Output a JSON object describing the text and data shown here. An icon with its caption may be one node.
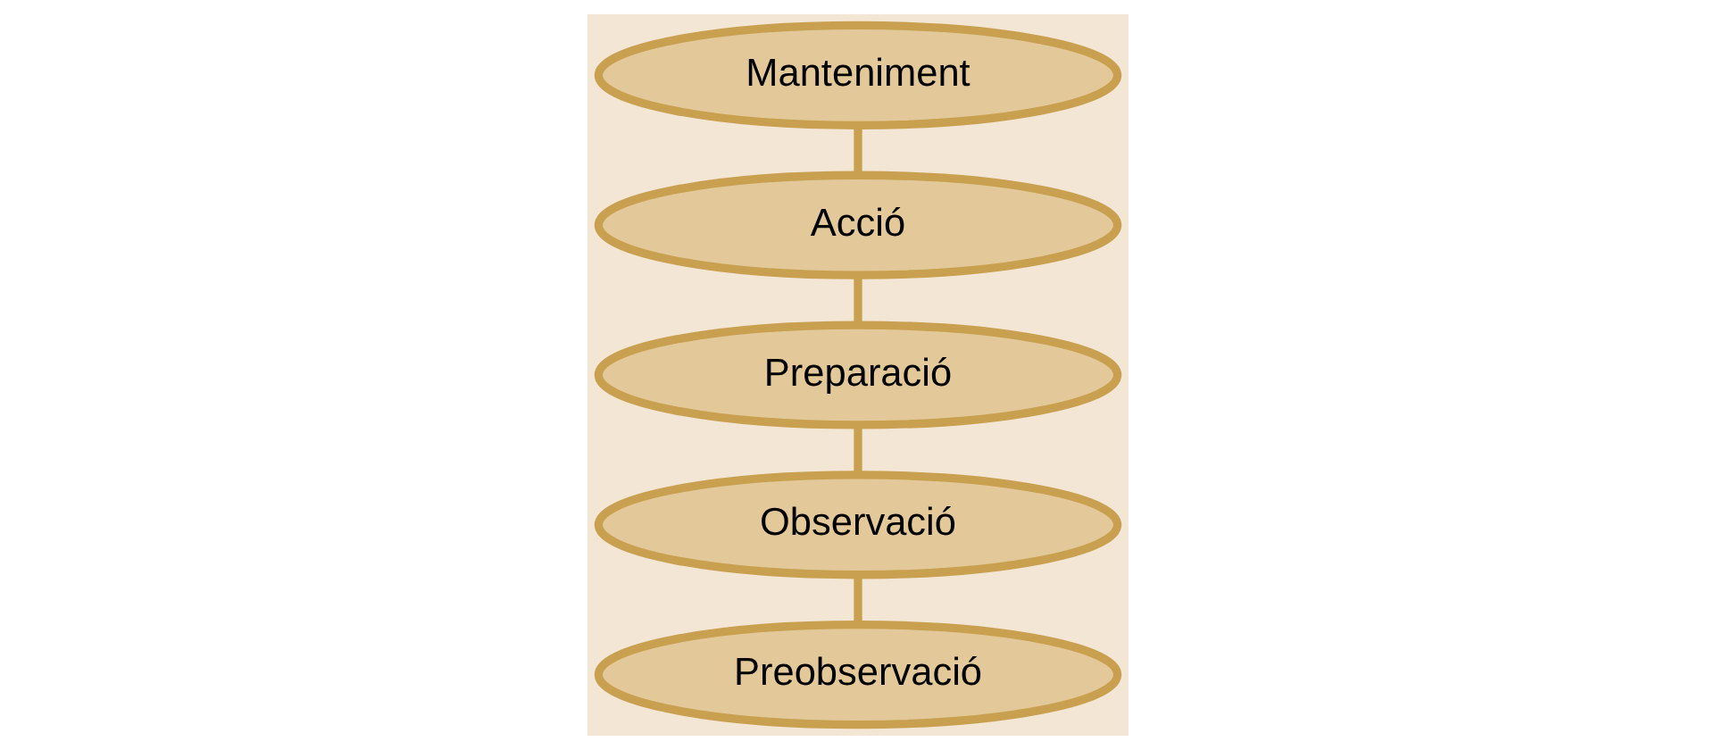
{
  "diagram": {
    "nodes": [
      {
        "text": [
          "Preobservació"
        ]
      },
      {
        "text": [
          "Observació"
        ]
      },
      {
        "text": [
          "Preparació"
        ]
      },
      {
        "text": [
          "Acció"
        ]
      },
      {
        "text": [
          "Manteniment"
        ]
      }
    ],
    "edges": [
      {
        "from": 0,
        "to": 1,
        "arrow": "none"
      },
      {
        "from": 1,
        "to": 2,
        "arrow": "none"
      },
      {
        "from": 2,
        "to": 3,
        "arrow": "none"
      },
      {
        "from": 3,
        "to": 4,
        "arrow": "none"
      }
    ]
  }
}
